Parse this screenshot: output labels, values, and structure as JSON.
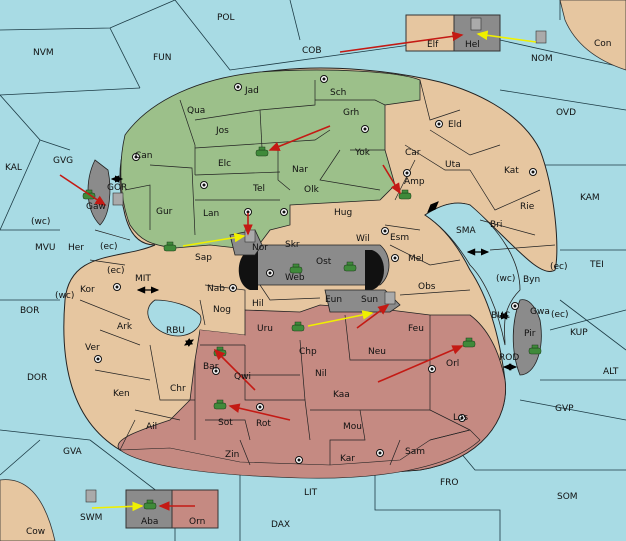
{
  "colors": {
    "sea": "#a8dbe4",
    "neutral_land": "#e6c6a0",
    "green_power": "#9cc08a",
    "red_power": "#c58a82",
    "gray_land": "#8b8b8b",
    "move_arrow": "#c41a14",
    "support_arrow": "#f0f000",
    "army_unit": "#3f8a3a"
  },
  "labels": {
    "POL": "POL",
    "COB": "COB",
    "NVM": "NVM",
    "FUN": "FUN",
    "NOM": "NOM",
    "Con": "Con",
    "OVD": "OVD",
    "KAL": "KAL",
    "GVG": "GVG",
    "KAM": "KAM",
    "TEI": "TEI",
    "MVU": "MVU",
    "BOR": "BOR",
    "DOR": "DOR",
    "GVA": "GVA",
    "KUP": "KUP",
    "ALT": "ALT",
    "GVP": "GVP",
    "FRO": "FRO",
    "SOM": "SOM",
    "LIT": "LIT",
    "DAX": "DAX",
    "SWM": "SWM",
    "Cow": "Cow",
    "Elf": "Elf",
    "Hel": "Hel",
    "Jad": "Jad",
    "Sch": "Sch",
    "Qua": "Qua",
    "Jos": "Jos",
    "Grh": "Grh",
    "Eld": "Eld",
    "Can": "Can",
    "Elc": "Elc",
    "Nar": "Nar",
    "Yok": "Yok",
    "Car": "Car",
    "Uta": "Uta",
    "Kat": "Kat",
    "GOR": "GOR",
    "Gaw": "Gaw",
    "Gur": "Gur",
    "Tel": "Tel",
    "Olk": "Olk",
    "Amp": "Amp",
    "Rie": "Rie",
    "Lan": "Lan",
    "Hug": "Hug",
    "Bri": "Bri",
    "SMA": "SMA",
    "(wc)": "(wc)",
    "(ec)": "(ec)",
    "Her": "Her",
    "Sap": "Sap",
    "Nor": "Nor",
    "Skr": "Skr",
    "Wil": "Wil",
    "Esm": "Esm",
    "Byn": "Byn",
    "Kor": "Kor",
    "Ost": "Ost",
    "Web": "Web",
    "Mel": "Mel",
    "MIT": "MIT",
    "Nab": "Nab",
    "Hil": "Hil",
    "Eun": "Eun",
    "Sun": "Sun",
    "Obs": "Obs",
    "Gwa": "Gwa",
    "BUC": "BUC",
    "Ark": "Ark",
    "Nog": "Nog",
    "RBU": "RBU",
    "Uru": "Uru",
    "Feu": "Feu",
    "Pir": "Pir",
    "Ver": "Ver",
    "Chp": "Chp",
    "Neu": "Neu",
    "ROD": "ROD",
    "Bar": "Bar",
    "Qwi": "Qwi",
    "Orl": "Orl",
    "Nil": "Nil",
    "Ken": "Ken",
    "Chr": "Chr",
    "Kaa": "Kaa",
    "Ail": "Ail",
    "Sot": "Sot",
    "Rot": "Rot",
    "Mou": "Mou",
    "Los": "Los",
    "Zin": "Zin",
    "Kar": "Kar",
    "Sam": "Sam",
    "Aba": "Aba",
    "Orn": "Orn"
  }
}
